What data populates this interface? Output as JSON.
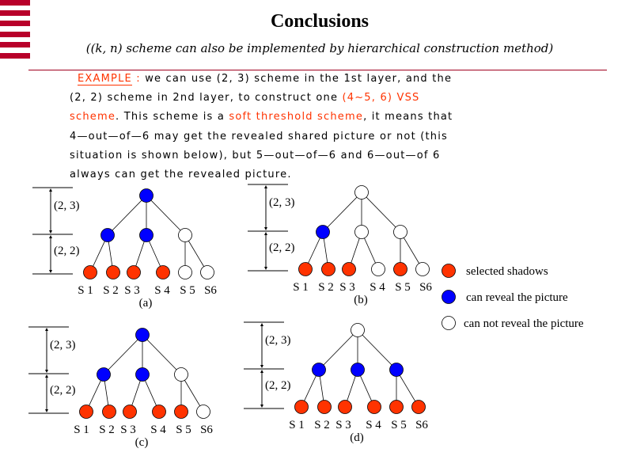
{
  "header": {
    "title": "Conclusions",
    "subtitle": "((k, n) scheme can also be implemented by hierarchical construction method)"
  },
  "paragraph": {
    "lines": [
      [
        {
          "t": "EXAMPLE",
          "style": "example"
        },
        {
          "t": " :   ",
          "style": "red"
        },
        {
          "t": "we can use (2, 3) scheme in the 1st layer, and the",
          "style": "normal"
        }
      ],
      [
        {
          "t": "(2, 2) scheme in 2nd layer, to construct one ",
          "style": "normal"
        },
        {
          "t": "(4~5, 6) VSS",
          "style": "red"
        }
      ],
      [
        {
          "t": "scheme",
          "style": "red"
        },
        {
          "t": ". This scheme is a ",
          "style": "normal"
        },
        {
          "t": "soft threshold scheme",
          "style": "red"
        },
        {
          "t": ", it means that",
          "style": "normal"
        }
      ],
      [
        {
          "t": "4—out—of—6 may get the revealed shared picture or not (this",
          "style": "normal"
        }
      ],
      [
        {
          "t": "situation is shown below), but 5—out—of—6 and 6—out—of 6",
          "style": "normal"
        }
      ],
      [
        {
          "t": "always can get the revealed picture.",
          "style": "normal"
        }
      ]
    ]
  },
  "colors": {
    "selected": "#ff3300",
    "reveal": "#0000ff",
    "noreveal": "#ffffff",
    "accent": "#b8002a"
  },
  "diagrams": [
    {
      "id": "a",
      "caption": "(a)",
      "layer1_label": "(2, 3)",
      "layer2_label": "(2, 2)",
      "root": "reveal",
      "middle": [
        "reveal",
        "reveal",
        "noreveal"
      ],
      "leaves": [
        "selected",
        "selected",
        "selected",
        "selected",
        "noreveal",
        "noreveal"
      ],
      "leaf_labels": [
        "S 1",
        "S 2",
        "S 3",
        "S 4",
        "S 5",
        "S6"
      ]
    },
    {
      "id": "b",
      "caption": "(b)",
      "layer1_label": "(2, 3)",
      "layer2_label": "(2, 2)",
      "root": "noreveal",
      "middle": [
        "reveal",
        "noreveal",
        "noreveal"
      ],
      "leaves": [
        "selected",
        "selected",
        "selected",
        "noreveal",
        "selected",
        "noreveal"
      ],
      "leaf_labels": [
        "S 1",
        "S 2",
        "S 3",
        "S 4",
        "S 5",
        "S6"
      ]
    },
    {
      "id": "c",
      "caption": "(c)",
      "layer1_label": "(2, 3)",
      "layer2_label": "(2, 2)",
      "root": "reveal",
      "middle": [
        "reveal",
        "reveal",
        "noreveal"
      ],
      "leaves": [
        "selected",
        "selected",
        "selected",
        "selected",
        "selected",
        "noreveal"
      ],
      "leaf_labels": [
        "S 1",
        "S 2",
        "S 3",
        "S 4",
        "S 5",
        "S6"
      ]
    },
    {
      "id": "d",
      "caption": "(d)",
      "layer1_label": "(2, 3)",
      "layer2_label": "(2, 2)",
      "root": "noreveal",
      "middle": [
        "reveal",
        "reveal",
        "reveal"
      ],
      "leaves": [
        "selected",
        "selected",
        "selected",
        "selected",
        "selected",
        "selected"
      ],
      "leaf_labels": [
        "S 1",
        "S 2",
        "S 3",
        "S 4",
        "S 5",
        "S6"
      ]
    }
  ],
  "legend": [
    {
      "kind": "selected",
      "label": "selected shadows"
    },
    {
      "kind": "reveal",
      "label": "can reveal the picture"
    },
    {
      "kind": "noreveal",
      "label": "can not reveal the picture"
    }
  ]
}
